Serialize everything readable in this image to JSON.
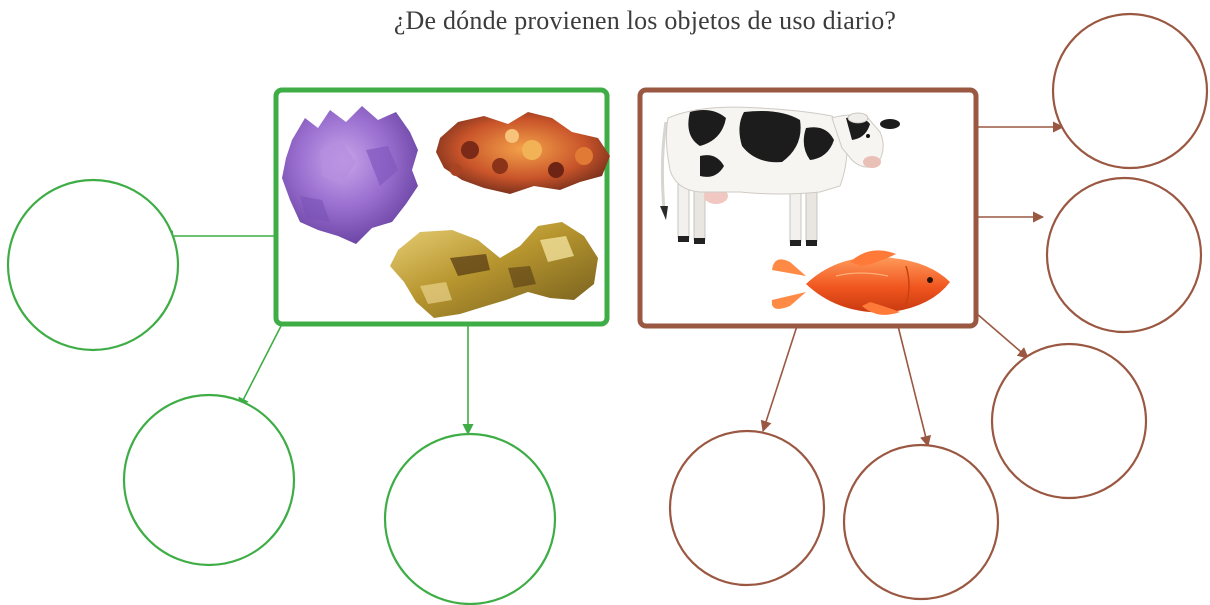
{
  "title": "¿De dónde provienen los objetos de uso diario?",
  "colors": {
    "minerals": "#3fad46",
    "animals": "#9a5842",
    "background": "#ffffff",
    "title_text": "#3c3c3c"
  },
  "groups": [
    {
      "id": "minerals",
      "pictures": [
        "amethyst-crystal",
        "orange-mineral-cluster",
        "gold-nugget"
      ],
      "answer_circles": 3
    },
    {
      "id": "animals",
      "pictures": [
        "cow",
        "goldfish"
      ],
      "answer_circles": 5
    }
  ]
}
